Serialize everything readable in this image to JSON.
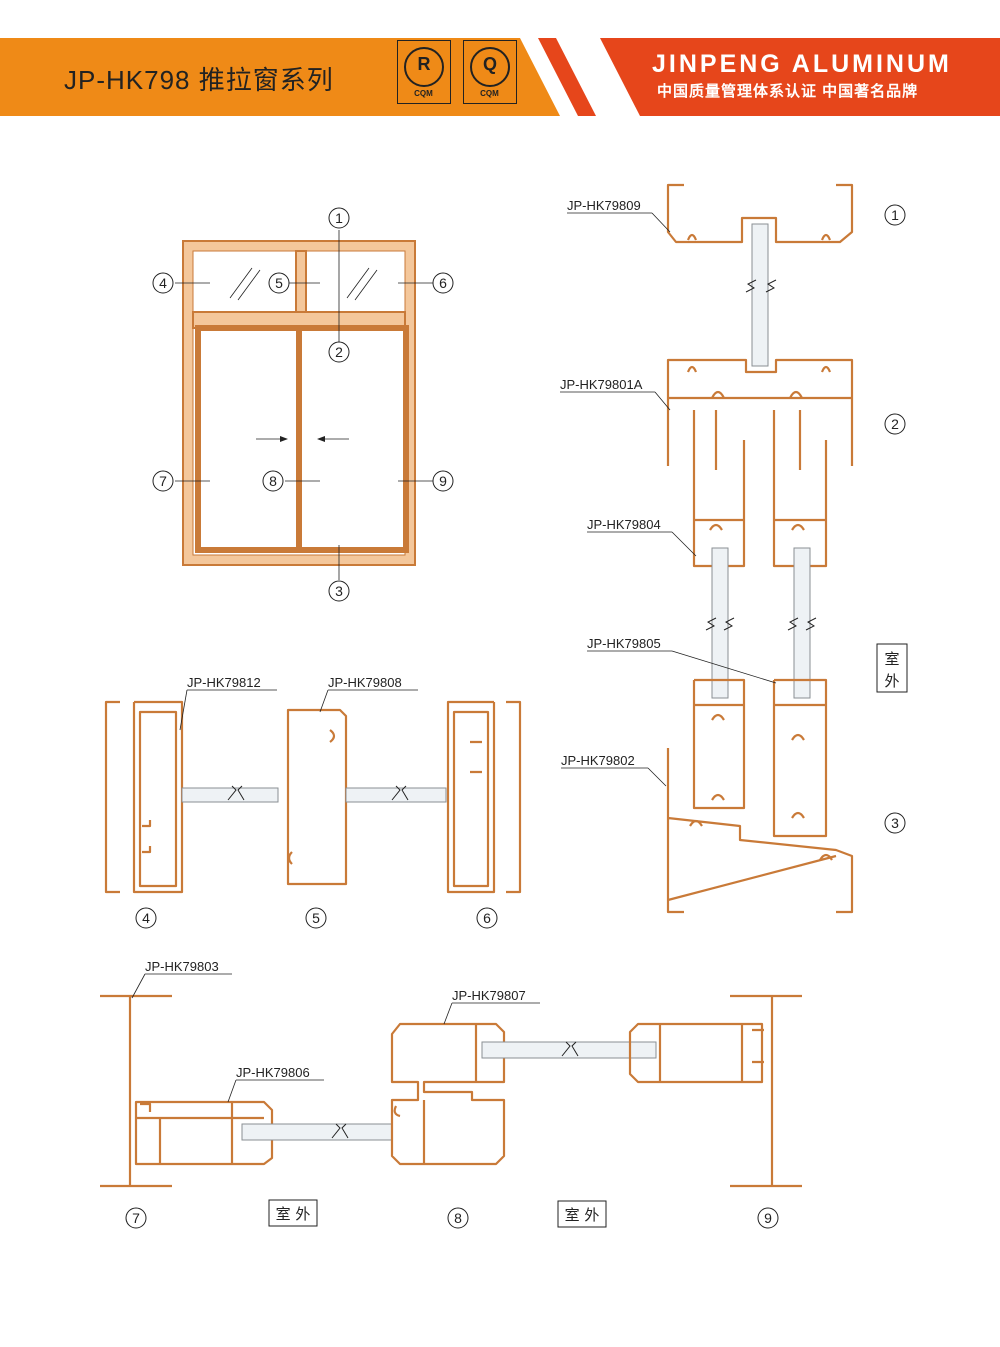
{
  "header": {
    "title": "JP-HK798 推拉窗系列",
    "brand": "JINPENG ALUMINUM",
    "slogan": "中国质量管理体系认证 中国著名品牌",
    "cert_badges": [
      {
        "letter": "R",
        "text": "CQM"
      },
      {
        "letter": "Q",
        "text": "CQM"
      }
    ],
    "colors": {
      "orange": "#ef8a17",
      "red": "#e6461b",
      "profile": "#c97a38"
    }
  },
  "elevation": {
    "callouts": [
      "1",
      "2",
      "3",
      "4",
      "5",
      "6",
      "7",
      "8",
      "9"
    ]
  },
  "vertical_section": {
    "parts": [
      "JP-HK79809",
      "JP-HK79801A",
      "JP-HK79804",
      "JP-HK79805",
      "JP-HK79802"
    ],
    "callouts": [
      "1",
      "2",
      "3"
    ],
    "outside_label": [
      "室",
      "外"
    ]
  },
  "top_section": {
    "parts": [
      "JP-HK79812",
      "JP-HK79808"
    ],
    "callouts": [
      "4",
      "5",
      "6"
    ]
  },
  "bottom_section": {
    "parts": [
      "JP-HK79803",
      "JP-HK79807",
      "JP-HK79806"
    ],
    "callouts": [
      "7",
      "8",
      "9"
    ],
    "outside_label_1": "室 外",
    "outside_label_2": "室 外"
  }
}
